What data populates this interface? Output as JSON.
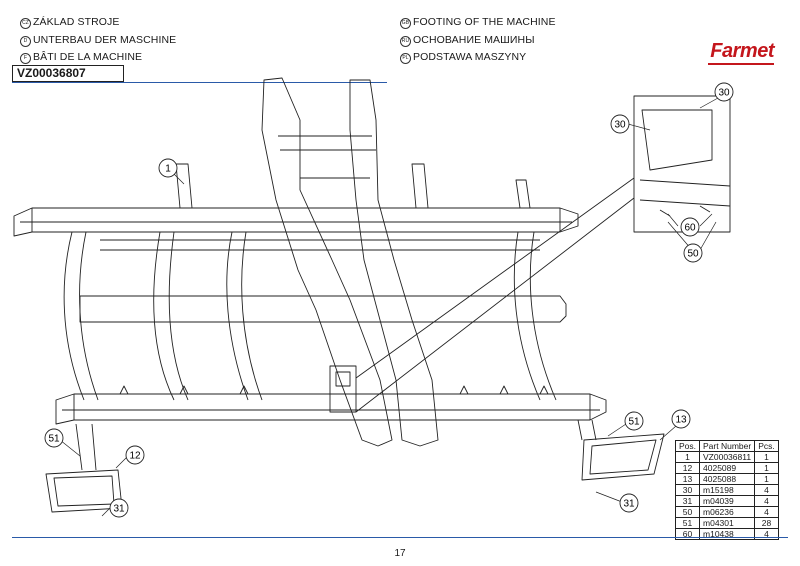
{
  "header": {
    "left": [
      {
        "lang": "CZ",
        "text": "ZÁKLAD STROJE"
      },
      {
        "lang": "D",
        "text": "UNTERBAU DER MASCHINE"
      },
      {
        "lang": "F",
        "text": "BÂTI DE LA MACHINE"
      }
    ],
    "right": [
      {
        "lang": "GB",
        "text": "FOOTING OF THE MACHINE"
      },
      {
        "lang": "RU",
        "text": "ОСНОВАНИЕ МАШИНЫ"
      },
      {
        "lang": "PL",
        "text": "PODSTAWA MASZYNY"
      }
    ]
  },
  "doc_code": "VZ00036807",
  "logo": "Farmet",
  "callouts": [
    "1",
    "30",
    "30",
    "60",
    "50",
    "13",
    "51",
    "51",
    "12",
    "31",
    "31"
  ],
  "parts_table": {
    "headers": [
      "Pos.",
      "Part Number",
      "Pcs."
    ],
    "rows": [
      [
        "1",
        "VZ00036811",
        "1"
      ],
      [
        "12",
        "4025089",
        "1"
      ],
      [
        "13",
        "4025088",
        "1"
      ],
      [
        "30",
        "m15198",
        "4"
      ],
      [
        "31",
        "m04039",
        "4"
      ],
      [
        "50",
        "m06236",
        "4"
      ],
      [
        "51",
        "m04301",
        "28"
      ],
      [
        "60",
        "m10438",
        "4"
      ]
    ]
  },
  "page_number": "17",
  "colors": {
    "accent_rule": "#2a5aa8",
    "logo": "#c4161c",
    "line": "#222222"
  }
}
